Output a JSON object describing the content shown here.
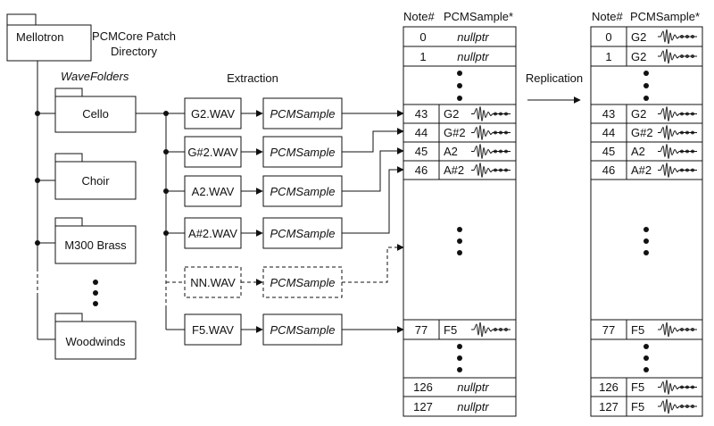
{
  "root_folder": "Mellotron",
  "directory_label_line1": "PCMCore Patch",
  "directory_label_line2": "Directory",
  "wavefolders_label": "WaveFolders",
  "extraction_label": "Extraction",
  "replication_label": "Replication",
  "folders": [
    "Cello",
    "Choir",
    "M300 Brass",
    "Woodwinds"
  ],
  "wav_files": [
    "G2.WAV",
    "G#2.WAV",
    "A2.WAV",
    "A#2.WAV",
    "NN.WAV",
    "F5.WAV"
  ],
  "sample_label": "PCMSample",
  "table_headers": {
    "note": "Note#",
    "sample": "PCMSample*"
  },
  "null_label": "nullptr",
  "left_table": {
    "top": [
      {
        "note": "0",
        "value": "nullptr"
      },
      {
        "note": "1",
        "value": "nullptr"
      }
    ],
    "middle": [
      {
        "note": "43",
        "value": "G2"
      },
      {
        "note": "44",
        "value": "G#2"
      },
      {
        "note": "45",
        "value": "A2"
      },
      {
        "note": "46",
        "value": "A#2"
      }
    ],
    "f5": {
      "note": "77",
      "value": "F5"
    },
    "bottom": [
      {
        "note": "126",
        "value": "nullptr"
      },
      {
        "note": "127",
        "value": "nullptr"
      }
    ]
  },
  "right_table": {
    "top": [
      {
        "note": "0",
        "value": "G2"
      },
      {
        "note": "1",
        "value": "G2"
      }
    ],
    "middle": [
      {
        "note": "43",
        "value": "G2"
      },
      {
        "note": "44",
        "value": "G#2"
      },
      {
        "note": "45",
        "value": "A2"
      },
      {
        "note": "46",
        "value": "A#2"
      }
    ],
    "f5": {
      "note": "77",
      "value": "F5"
    },
    "bottom": [
      {
        "note": "126",
        "value": "F5"
      },
      {
        "note": "127",
        "value": "F5"
      }
    ]
  }
}
